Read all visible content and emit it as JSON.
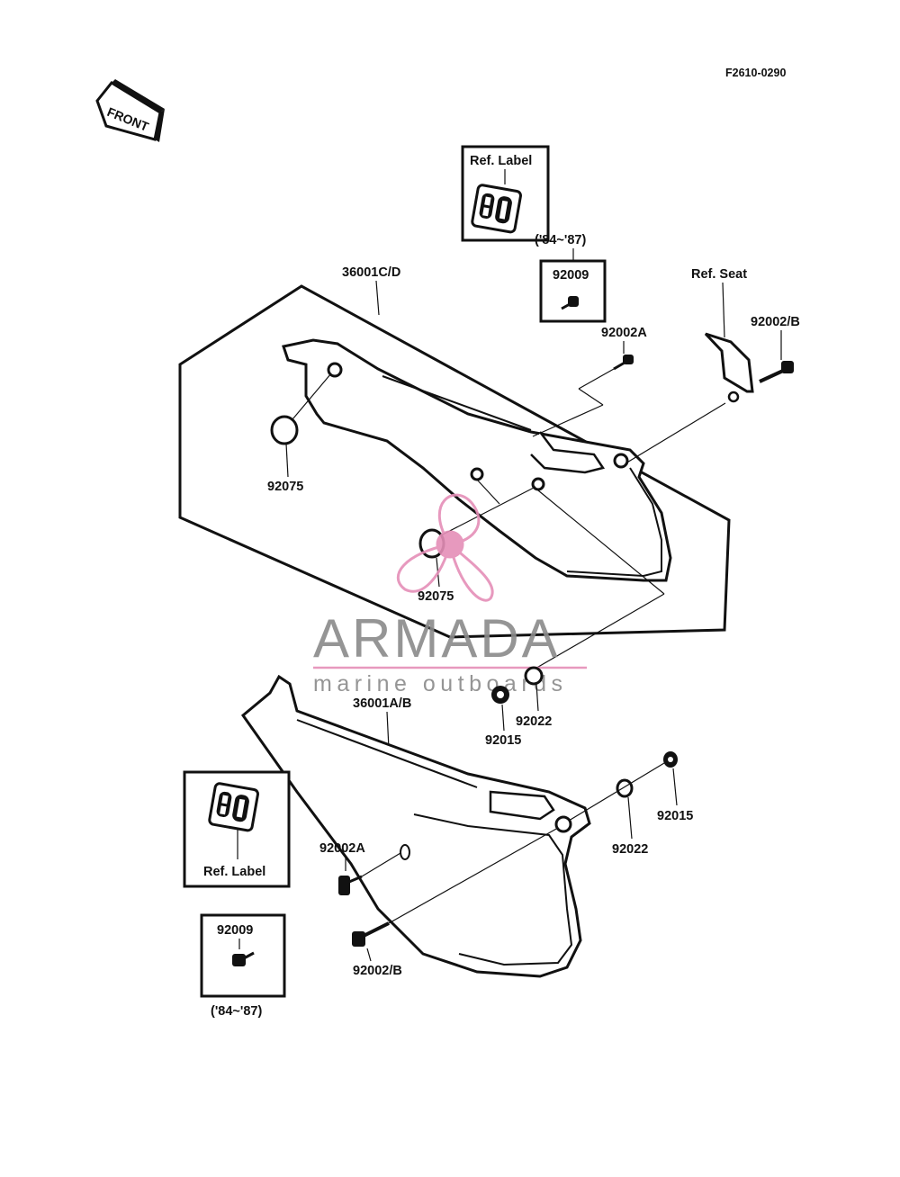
{
  "diagram": {
    "figure_code": "F2610-0290",
    "direction_label": "FRONT",
    "parts": {
      "cover_upper": "36001C/D",
      "cover_lower": "36001A/B",
      "grommet_upper_a": "92075",
      "grommet_upper_b": "92075",
      "bolt_a_upper": "92002A",
      "bolt_b_upper": "92002/B",
      "bolt_a_lower": "92002A",
      "bolt_b_lower": "92002/B",
      "collar_upper": "92022",
      "nut_upper": "92015",
      "collar_lower": "92022",
      "nut_lower": "92015",
      "screw_top": "92009",
      "screw_bottom": "92009"
    },
    "refs": {
      "label_top": "Ref. Label",
      "label_bottom": "Ref. Label",
      "seat": "Ref. Seat"
    },
    "years": {
      "top": "('84~'87)",
      "bottom": "('84~'87)"
    },
    "watermark": {
      "brand": "ARMADA",
      "tagline": "marine outboards",
      "accent_color": "#e58fb8"
    }
  }
}
